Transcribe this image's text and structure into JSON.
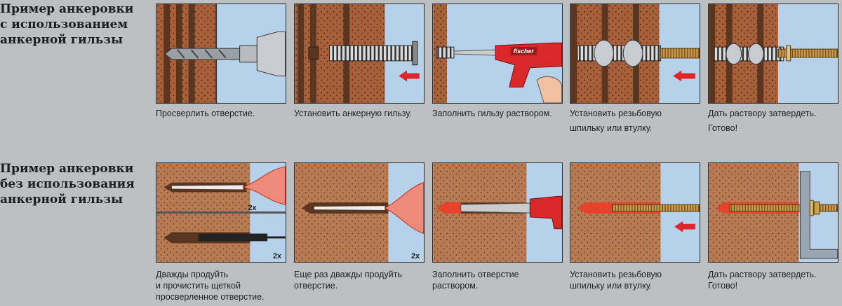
{
  "rows": [
    {
      "title": "Пример анкеровки\nс использованием\nанкерной гильзы",
      "steps": [
        {
          "caption": "Просверлить отверстие."
        },
        {
          "caption": "Установить анкерную гильзу."
        },
        {
          "caption": "Заполнить гильзу раствором.",
          "logo": "fischer"
        },
        {
          "caption": "Установить резьбовую\nшпильку или втулку."
        },
        {
          "caption": "Дать раствору затвердеть.\nГотово!"
        }
      ]
    },
    {
      "title": "Пример анкеровки\nбез использования\nанкерной гильзы",
      "steps": [
        {
          "caption": "Дважды продуйть\nи прочистить щеткой\nпросверленное отверстие.",
          "tag_top": "2x",
          "tag_bottom": "2x"
        },
        {
          "caption": "Еще раз дважды продуйть\nотверстие.",
          "tag": "2x"
        },
        {
          "caption": "Заполнить отверстие\nраствором."
        },
        {
          "caption": "Установить резьбовую\nшпильку или втулку."
        },
        {
          "caption": "Дать раствору затвердеть.\nГотово!"
        }
      ]
    }
  ],
  "colors": {
    "brick": "#a8603a",
    "brick_dark": "#5a3520",
    "wall_light": "#b88055",
    "sky": "#b6d1ea",
    "mortar": "#e8412c",
    "arrow": "#e0262a"
  }
}
